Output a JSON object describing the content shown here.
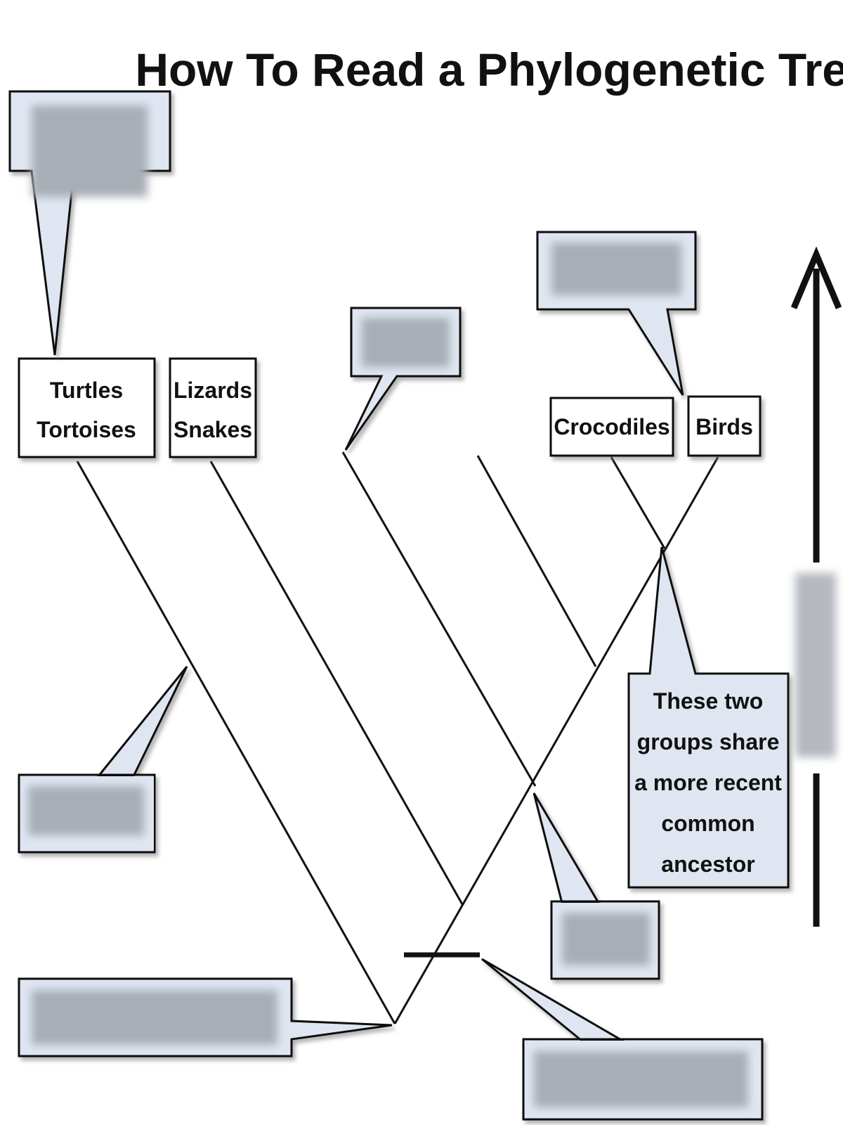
{
  "title": "How To Read a Phylogenetic Tree",
  "taxa": {
    "turtles": [
      "Turtles",
      "Tortoises"
    ],
    "lizards": [
      "Lizards",
      "Snakes"
    ],
    "crocodiles": "Crocodiles",
    "birds": "Birds"
  },
  "callout_note": [
    "These two",
    "groups share",
    "a more recent",
    "common",
    "ancestor"
  ],
  "colors": {
    "line": "#111111",
    "callout_fill": "#dfe6f1",
    "blurred_label": "#a9aeb6",
    "label_fill": "#ffffff"
  }
}
